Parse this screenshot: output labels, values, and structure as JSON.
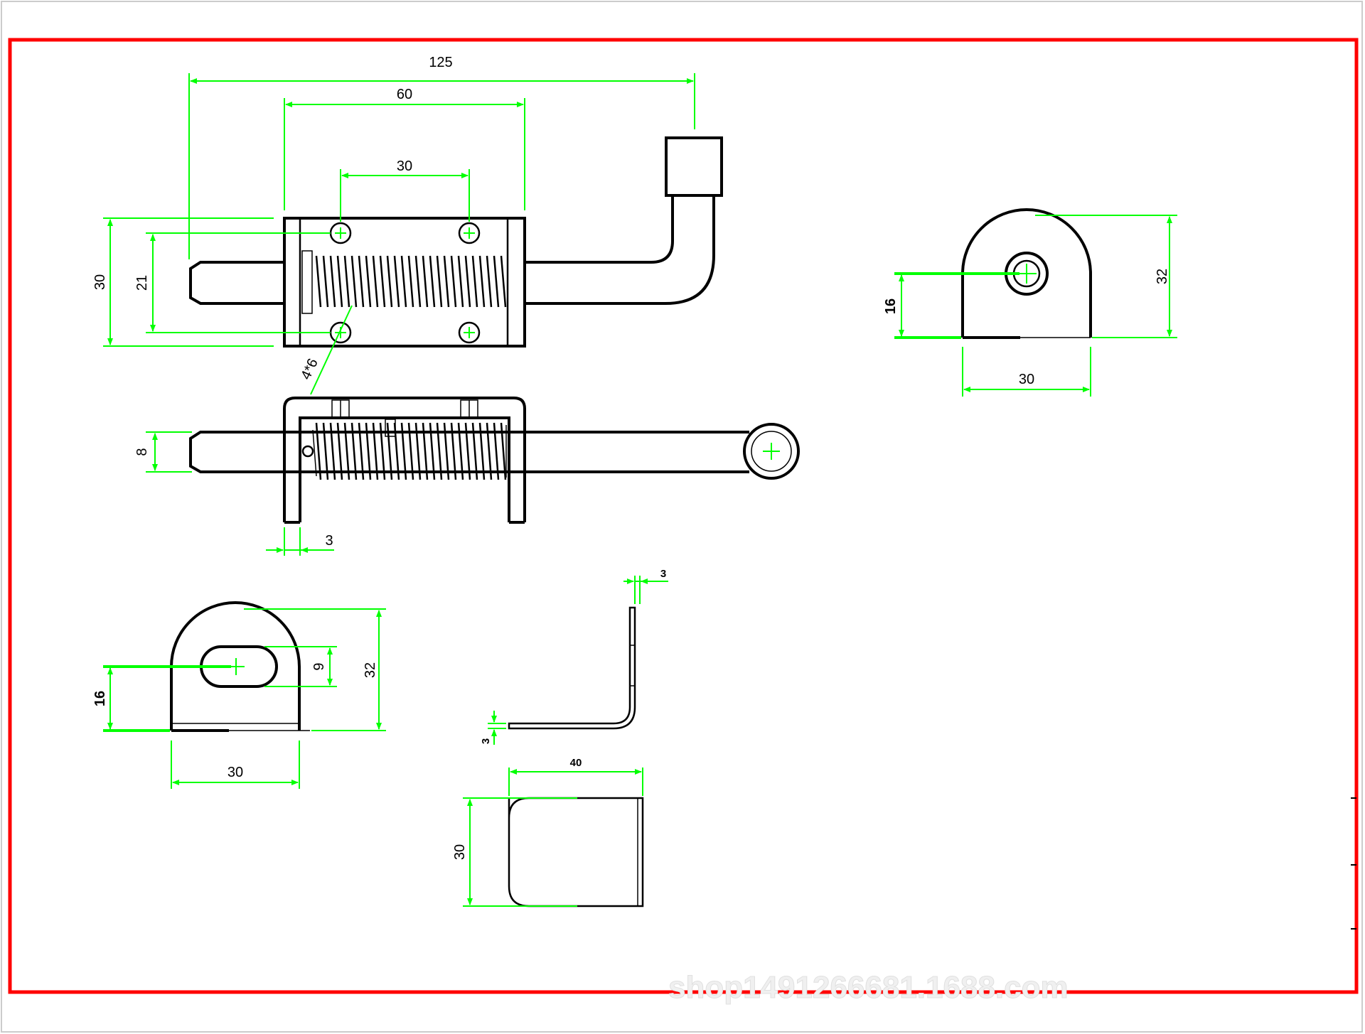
{
  "colors": {
    "frame": "#ff0000",
    "dimension_lines": "#00ff00",
    "part_lines": "#000000",
    "background": "#ffffff"
  },
  "top_view": {
    "dim_overall_length": "125",
    "dim_body_length": "60",
    "dim_hole_spacing": "30",
    "dim_body_height": "30",
    "dim_hole_vertical_spacing": "21",
    "dim_holes_callout": "4*6"
  },
  "side_view": {
    "dim_bolt_diameter": "8",
    "dim_plate_thickness": "3"
  },
  "end_view_right": {
    "dim_height": "32",
    "dim_center_height": "16",
    "dim_width": "30"
  },
  "end_view_left": {
    "dim_height": "32",
    "dim_center_height": "16",
    "dim_slot_height": "9",
    "dim_width": "30"
  },
  "angle_bracket": {
    "dim_top_thickness": "3",
    "dim_bottom_thickness": "3",
    "dim_width": "40",
    "dim_depth": "30"
  },
  "watermark": "shop1491266681.1688.com"
}
